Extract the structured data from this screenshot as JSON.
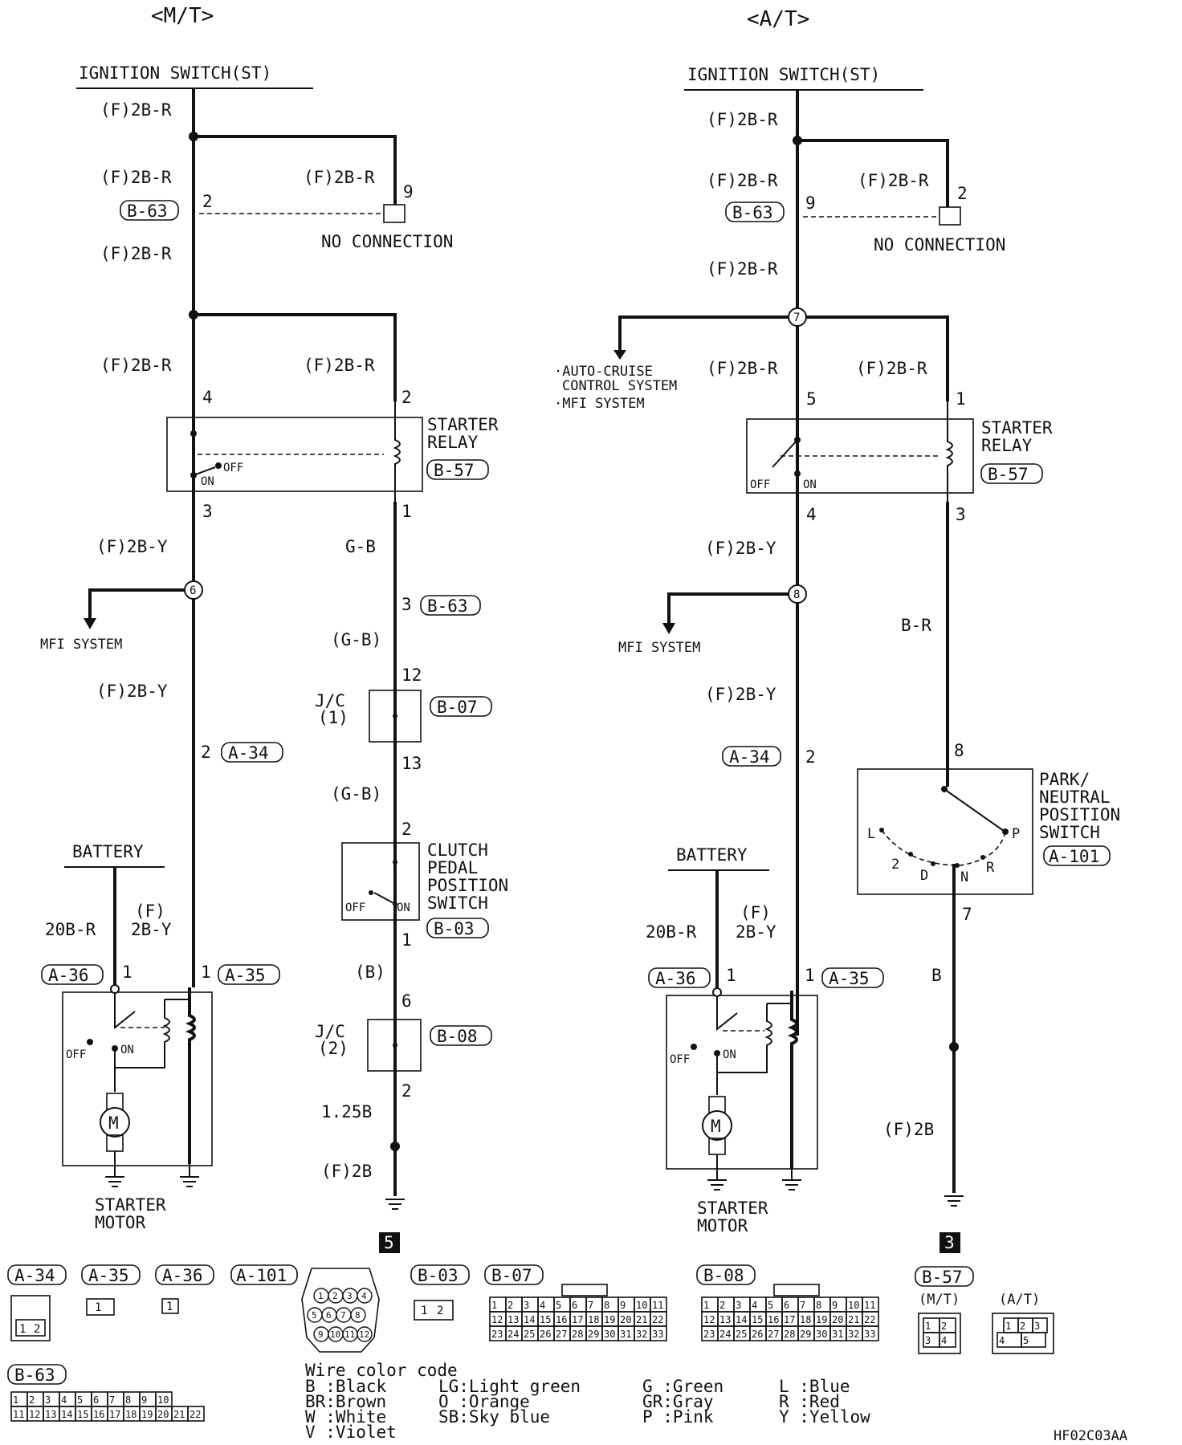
{
  "headers": {
    "mt": "<M/T>",
    "at": "<A/T>"
  },
  "mt": {
    "ignition": "IGNITION SWITCH(ST)",
    "w_f2br": "(F)2B-R",
    "w_f2by": "(F)2B-Y",
    "b63": "B-63",
    "pin2": "2",
    "pin9": "9",
    "no_connection": "NO CONNECTION",
    "relay_label": [
      "STARTER",
      "RELAY"
    ],
    "b57": "B-57",
    "relay_pins": {
      "p4": "4",
      "p2": "2",
      "p3": "3",
      "p1": "1"
    },
    "off": "OFF",
    "on": "ON",
    "joint": "6",
    "mfi": "MFI SYSTEM",
    "a34": "A-34",
    "pin_a34": "2",
    "battery": "BATTERY",
    "w_20br": "20B-R",
    "w_f": "(F)",
    "w_2by": "2B-Y",
    "a36": "A-36",
    "a35": "A-35",
    "pin_1": "1",
    "starter_motor": [
      "STARTER",
      "MOTOR"
    ],
    "motor": "M",
    "w_gb": "G-B",
    "b63_pin": "3",
    "w_gb_p": "(G-B)",
    "jc1": [
      "J/C",
      "(1)"
    ],
    "b07": "B-07",
    "pin12": "12",
    "pin13": "13",
    "clutch_label": [
      "CLUTCH",
      "PEDAL",
      "POSITION",
      "SWITCH"
    ],
    "b03": "B-03",
    "w_b": "(B)",
    "pin6": "6",
    "jc2": [
      "J/C",
      "(2)"
    ],
    "b08": "B-08",
    "w_125b": "1.25B",
    "w_f2b": "(F)2B",
    "ground_no": "5"
  },
  "at": {
    "ignition": "IGNITION SWITCH(ST)",
    "w_f2br": "(F)2B-R",
    "w_f2by": "(F)2B-Y",
    "b63": "B-63",
    "pin9": "9",
    "pin2": "2",
    "no_connection": "NO CONNECTION",
    "joint7": "7",
    "auto_cruise": [
      "·AUTO-CRUISE",
      "CONTROL SYSTEM",
      "·MFI SYSTEM"
    ],
    "relay_label": [
      "STARTER",
      "RELAY"
    ],
    "b57": "B-57",
    "relay_pins": {
      "p5": "5",
      "p1": "1",
      "p4": "4",
      "p3": "3"
    },
    "off": "OFF",
    "on": "ON",
    "joint8": "8",
    "mfi": "MFI SYSTEM",
    "w_br": "B-R",
    "a34": "A-34",
    "pin_a34": "2",
    "pns_label": [
      "PARK/",
      "NEUTRAL",
      "POSITION",
      "SWITCH"
    ],
    "a101": "A-101",
    "pin8": "8",
    "pin7": "7",
    "positions": {
      "L": "L",
      "two": "2",
      "D": "D",
      "N": "N",
      "R": "R",
      "P": "P"
    },
    "battery": "BATTERY",
    "w_20br": "20B-R",
    "w_f": "(F)",
    "w_2by": "2B-Y",
    "a36": "A-36",
    "a35": "A-35",
    "pin_1": "1",
    "w_b": "B",
    "w_f2b": "(F)2B",
    "starter_motor": [
      "STARTER",
      "MOTOR"
    ],
    "motor": "M",
    "ground_no": "3"
  },
  "connectors": {
    "a34": "A-34",
    "a35": "A-35",
    "a36": "A-36",
    "a101": "A-101",
    "b03": "B-03",
    "b07": "B-07",
    "b08": "B-08",
    "b57": "B-57",
    "b63": "B-63",
    "a34_pins": [
      "1",
      "2"
    ],
    "a35_pins": [
      "1"
    ],
    "a36_pins": [
      "1"
    ],
    "a101_pins": [
      "1",
      "2",
      "3",
      "4",
      "5",
      "6",
      "7",
      "8",
      "9",
      "10",
      "11",
      "12"
    ],
    "b03_pins": [
      "1",
      "2"
    ],
    "b07_rows": [
      [
        "1",
        "2",
        "3",
        "4",
        "5",
        "6",
        "7",
        "8",
        "9",
        "10",
        "11"
      ],
      [
        "12",
        "13",
        "14",
        "15",
        "16",
        "17",
        "18",
        "19",
        "20",
        "21",
        "22"
      ],
      [
        "23",
        "24",
        "25",
        "26",
        "27",
        "28",
        "29",
        "30",
        "31",
        "32",
        "33"
      ]
    ],
    "b57_mt": "(M/T)",
    "b57_at": "(A/T)",
    "b57_mt_pins": [
      "1",
      "2",
      "3",
      "4"
    ],
    "b57_at_pins": [
      "1",
      "2",
      "3",
      "4",
      "5"
    ],
    "b63_rows": [
      [
        "1",
        "2",
        "3",
        "4",
        "5",
        "6",
        "7",
        "8",
        "9",
        "10"
      ],
      [
        "11",
        "12",
        "13",
        "14",
        "15",
        "16",
        "17",
        "18",
        "19",
        "20",
        "21",
        "22"
      ]
    ]
  },
  "color_code": {
    "title": "Wire color code",
    "entries": [
      [
        "B :Black",
        "LG:Light green",
        "G :Green",
        "L :Blue"
      ],
      [
        "BR:Brown",
        "O :Orange",
        "GR:Gray",
        "R :Red"
      ],
      [
        "W :White",
        "SB:Sky blue",
        "P :Pink",
        "Y :Yellow"
      ],
      [
        "V :Violet"
      ]
    ]
  },
  "figure_id": "HF02C03AA"
}
